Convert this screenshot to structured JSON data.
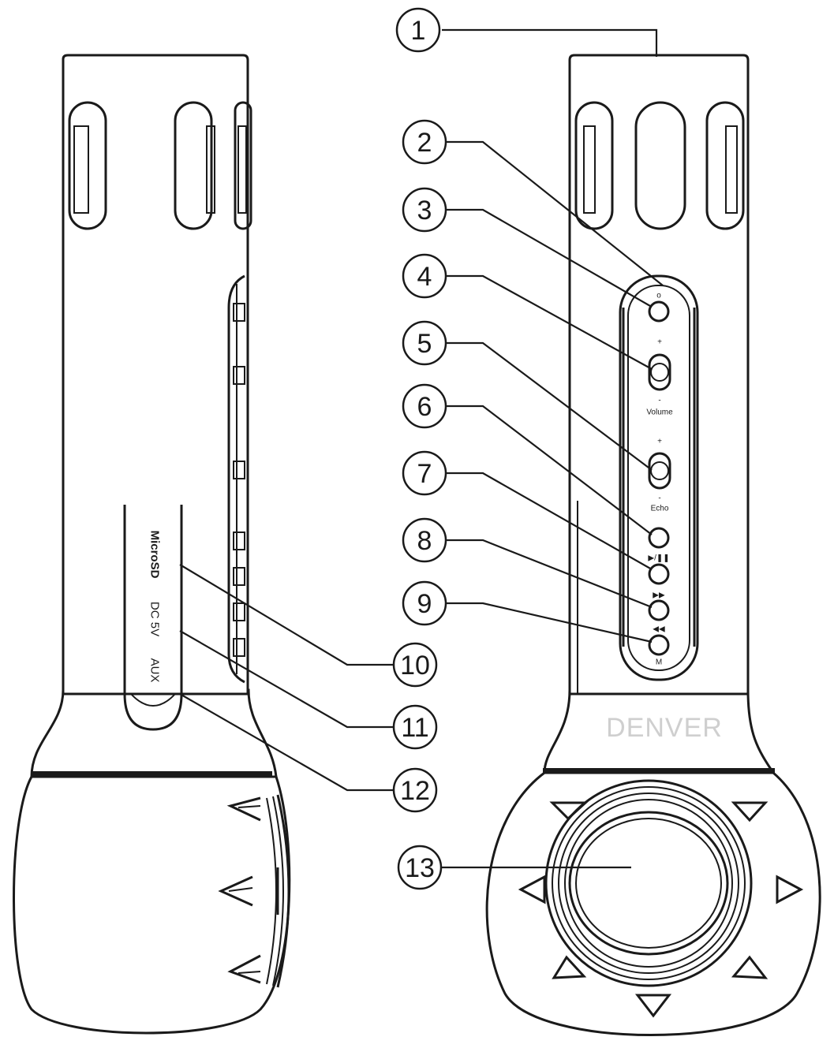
{
  "callouts": [
    "1",
    "2",
    "3",
    "4",
    "5",
    "6",
    "7",
    "8",
    "9",
    "10",
    "11",
    "12",
    "13"
  ],
  "side_ports": {
    "microsd": "MicroSD",
    "dc": "DC 5V",
    "aux": "AUX"
  },
  "front_labels": {
    "volume": "Volume",
    "echo": "Echo",
    "plus": "+",
    "minus": "-"
  },
  "brand": "DENVER"
}
